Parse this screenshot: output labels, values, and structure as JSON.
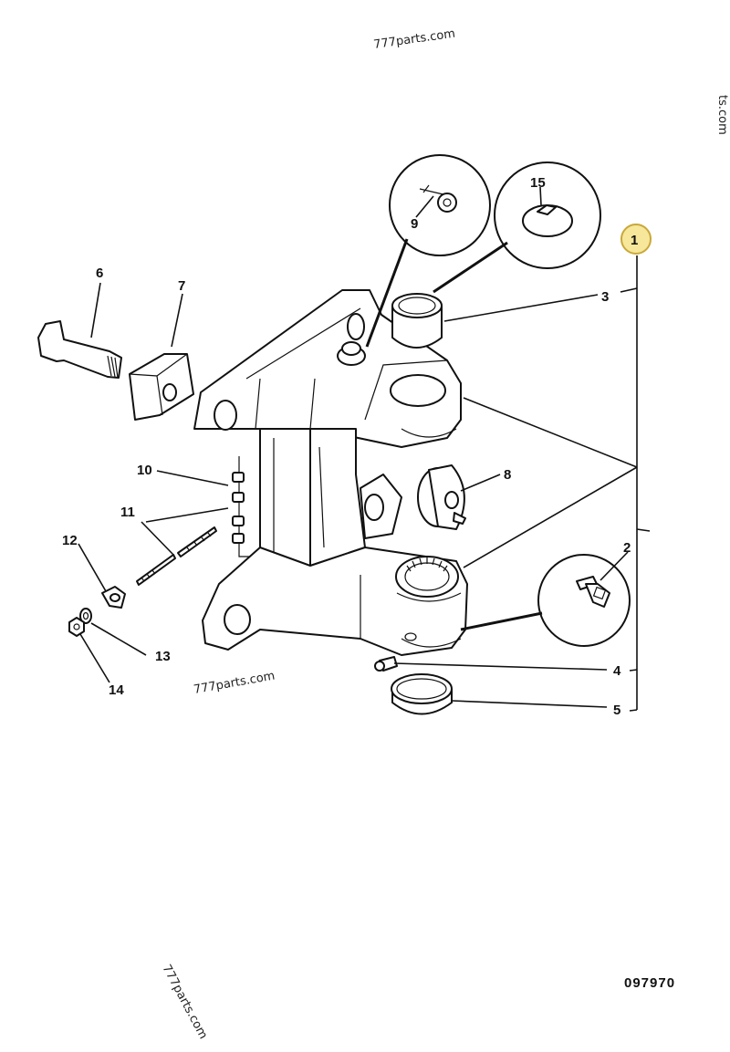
{
  "watermarks": {
    "top": "777parts.com",
    "middle": "777parts.com",
    "bottom": "777parts.com",
    "edge": "ts.com"
  },
  "drawing_number": "097970",
  "callouts": {
    "c1": "1",
    "c2": "2",
    "c3": "3",
    "c4": "4",
    "c5": "5",
    "c6": "6",
    "c7": "7",
    "c8": "8",
    "c9": "9",
    "c10": "10",
    "c11": "11",
    "c12": "12",
    "c13": "13",
    "c14": "14",
    "c15": "15"
  },
  "colors": {
    "line": "#111111",
    "highlight_fill": "#f6e79a",
    "highlight_stroke": "#c9a83a",
    "background": "#ffffff"
  }
}
